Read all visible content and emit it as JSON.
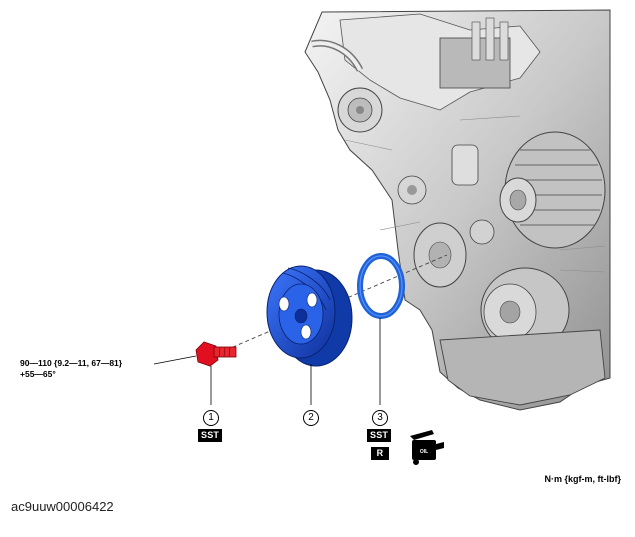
{
  "torque": {
    "value": "90—110 {9.2—11, 67—81}",
    "angle": "+55—65°"
  },
  "callouts": [
    {
      "number": "1",
      "badges": [
        "SST"
      ]
    },
    {
      "number": "2",
      "badges": []
    },
    {
      "number": "3",
      "badges": [
        "SST",
        "R"
      ]
    }
  ],
  "oil_can_label": "OIL",
  "units": "N·m {kgf-m, ft-lbf}",
  "image_id": "ac9uuw00006422",
  "colors": {
    "bolt": "#e01020",
    "pulley": "#1a4fd0",
    "seal": "#1f63d6",
    "engine": "#c8c8c8"
  }
}
